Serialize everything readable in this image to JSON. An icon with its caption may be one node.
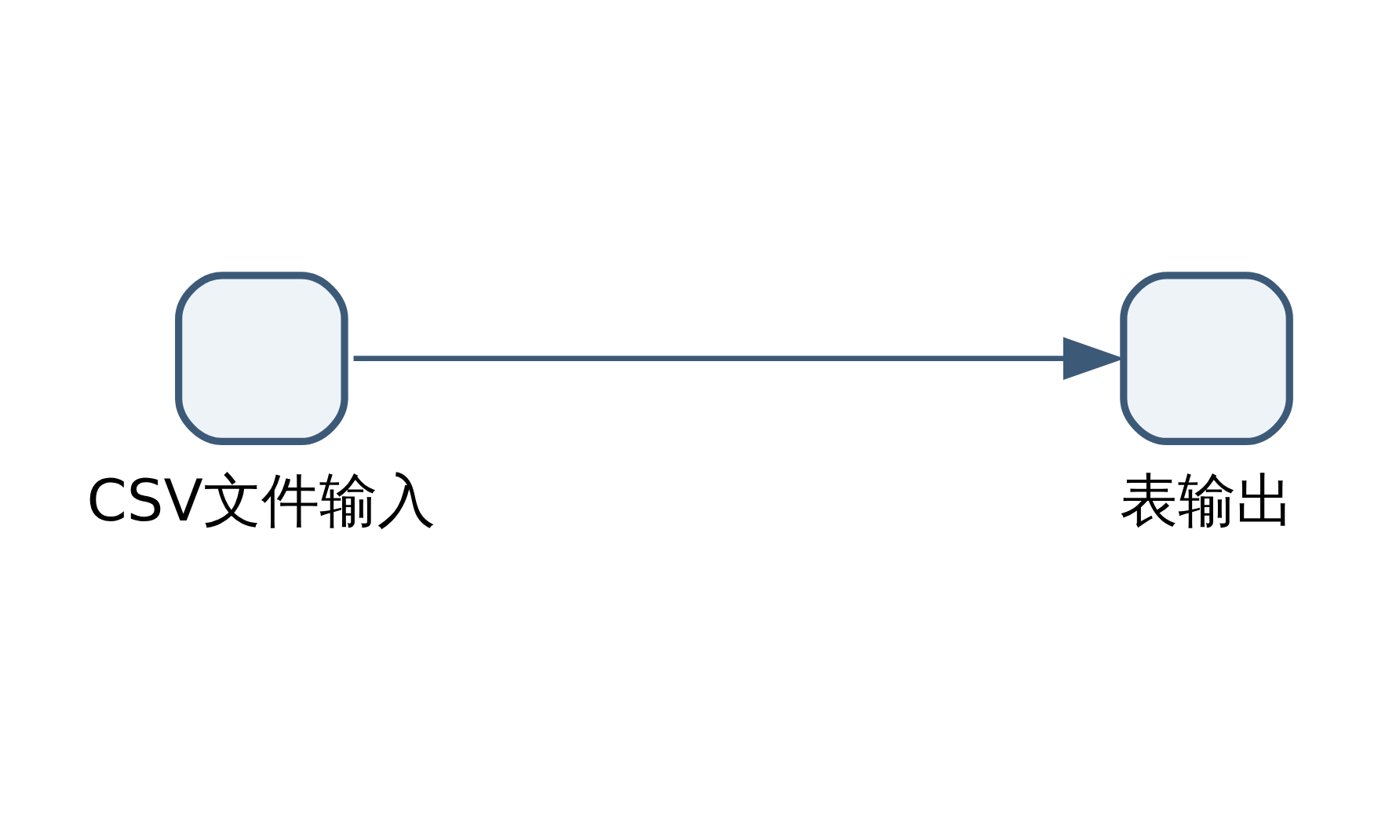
{
  "diagram": {
    "nodes": [
      {
        "text": [
          "CSV文件输入"
        ]
      },
      {
        "text": [
          "表输出"
        ]
      }
    ],
    "edges": [
      {
        "from": 0,
        "to": 1,
        "arrow": "to"
      }
    ]
  }
}
